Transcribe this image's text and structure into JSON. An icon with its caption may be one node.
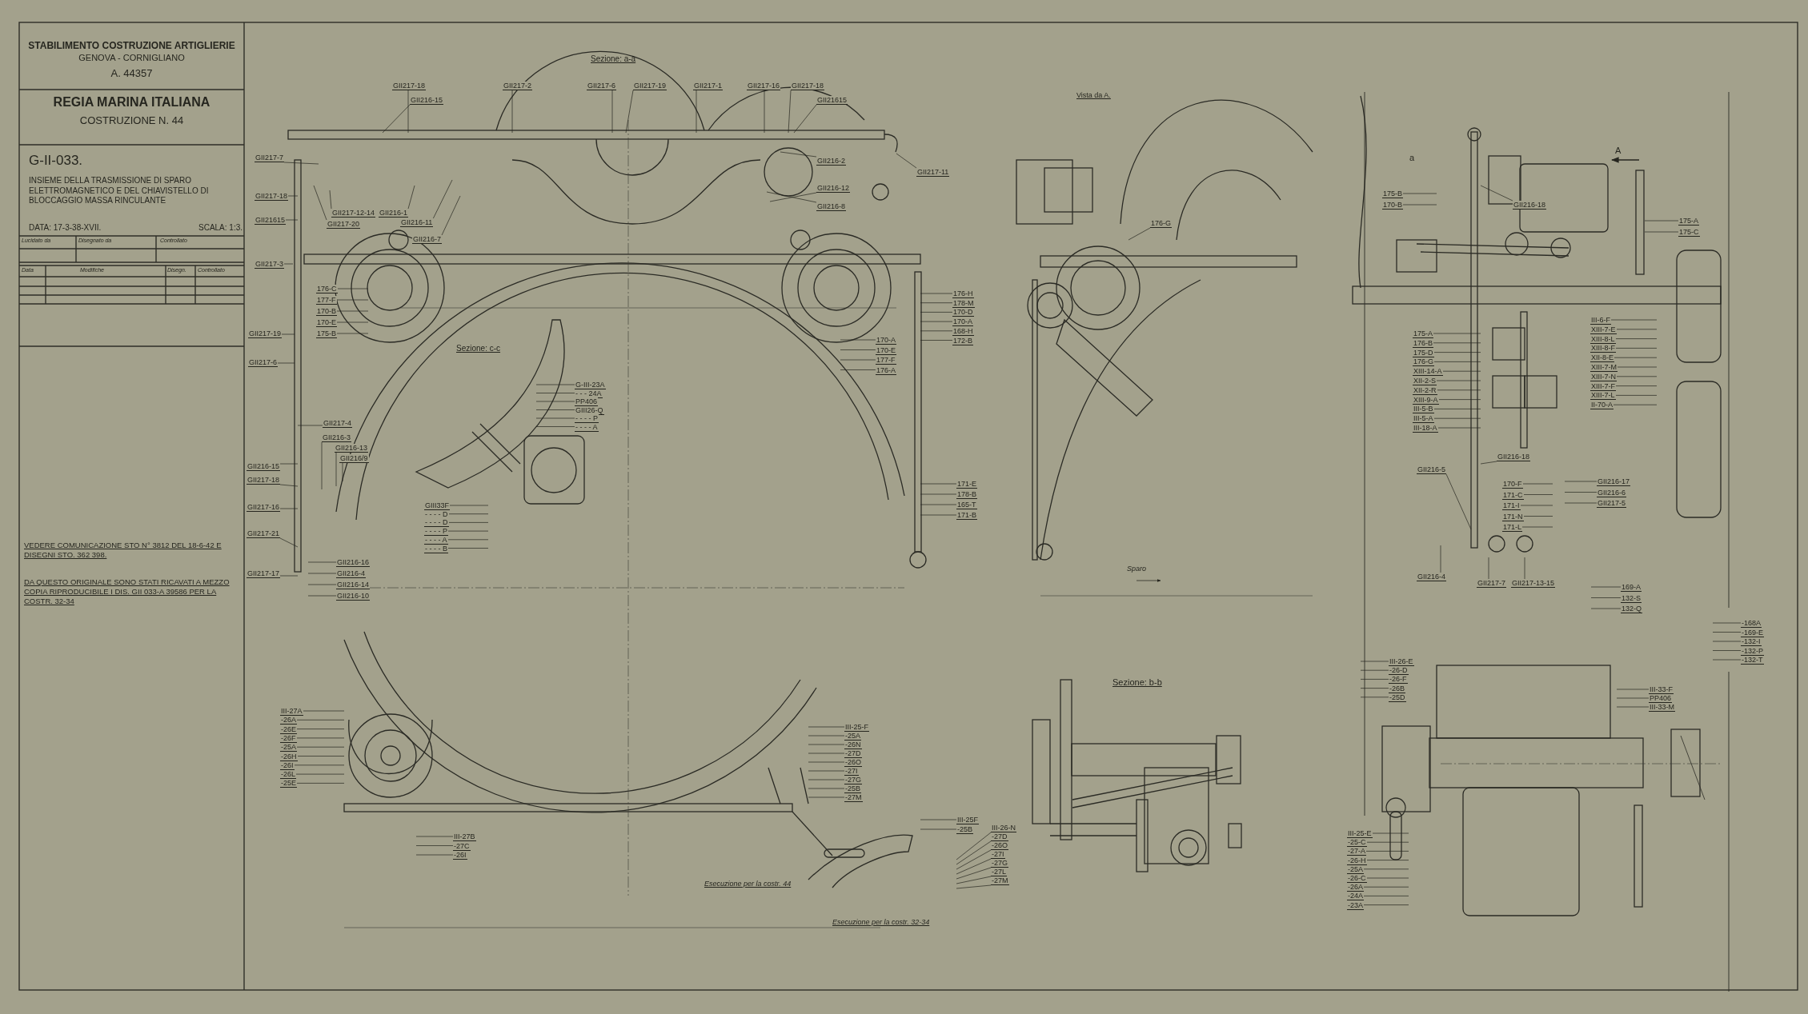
{
  "diagram": {
    "nodes": [
      {
        "text": [
          "GII217-18"
        ]
      },
      {
        "text": [
          "GII216-15"
        ]
      },
      {
        "text": [
          "GII217-2"
        ]
      },
      {
        "text": [
          "GII217-6"
        ]
      },
      {
        "text": [
          "GII217-19"
        ]
      },
      {
        "text": [
          "GII217-1"
        ]
      },
      {
        "text": [
          "GII217-16"
        ]
      },
      {
        "text": [
          "GII217-18"
        ]
      },
      {
        "text": [
          "GII21615"
        ]
      },
      {
        "text": [
          "GII217-11"
        ]
      },
      {
        "text": [
          "GII216-2"
        ]
      },
      {
        "text": [
          "GII216-12"
        ]
      },
      {
        "text": [
          "GII216-8"
        ]
      },
      {
        "text": [
          "GII217-7"
        ]
      },
      {
        "text": [
          "GII217-18"
        ]
      },
      {
        "text": [
          "GII21615"
        ]
      },
      {
        "text": [
          "GII217-12-14"
        ]
      },
      {
        "text": [
          "GII216-1"
        ]
      },
      {
        "text": [
          "GII217-20"
        ]
      },
      {
        "text": [
          "GII216-11"
        ]
      },
      {
        "text": [
          "GII216-7"
        ]
      },
      {
        "text": [
          "GII217-3"
        ]
      },
      {
        "text": [
          "176-C"
        ]
      },
      {
        "text": [
          "177-F"
        ]
      },
      {
        "text": [
          "170-B"
        ]
      },
      {
        "text": [
          "170-E"
        ]
      },
      {
        "text": [
          "175-B"
        ]
      },
      {
        "text": [
          "GII217-19"
        ]
      },
      {
        "text": [
          "GII217-6"
        ]
      },
      {
        "text": [
          "170-A"
        ]
      },
      {
        "text": [
          "170-E"
        ]
      },
      {
        "text": [
          "177-F"
        ]
      },
      {
        "text": [
          "176-A"
        ]
      },
      {
        "text": [
          "176-H"
        ]
      },
      {
        "text": [
          "178-M"
        ]
      },
      {
        "text": [
          "170-D"
        ]
      },
      {
        "text": [
          "170-A"
        ]
      },
      {
        "text": [
          "168-H"
        ]
      },
      {
        "text": [
          "172-B"
        ]
      },
      {
        "text": [
          "G-III-23A"
        ]
      },
      {
        "text": [
          "- - - 24A"
        ]
      },
      {
        "text": [
          "PP406"
        ]
      },
      {
        "text": [
          "GIII26-Q"
        ]
      },
      {
        "text": [
          "- - - - P"
        ]
      },
      {
        "text": [
          "- - - - A"
        ]
      },
      {
        "text": [
          "GIII33F"
        ]
      },
      {
        "text": [
          "- - - - D"
        ]
      },
      {
        "text": [
          "- - - - D"
        ]
      },
      {
        "text": [
          "- - - - P"
        ]
      },
      {
        "text": [
          "- - - - A"
        ]
      },
      {
        "text": [
          "- - - - B"
        ]
      },
      {
        "text": [
          "GII217-4"
        ]
      },
      {
        "text": [
          "GII216-3"
        ]
      },
      {
        "text": [
          "GII216-13"
        ]
      },
      {
        "text": [
          "GII216/9"
        ]
      },
      {
        "text": [
          "GII216-15"
        ]
      },
      {
        "text": [
          "GII217-18"
        ]
      },
      {
        "text": [
          "GII217-16"
        ]
      },
      {
        "text": [
          "GII217-21"
        ]
      },
      {
        "text": [
          "GII217-17"
        ]
      },
      {
        "text": [
          "GII216-16"
        ]
      },
      {
        "text": [
          "GII216-4"
        ]
      },
      {
        "text": [
          "GII216-14"
        ]
      },
      {
        "text": [
          "GII216-10"
        ]
      },
      {
        "text": [
          "171-E"
        ]
      },
      {
        "text": [
          "178-B"
        ]
      },
      {
        "text": [
          "165-T"
        ]
      },
      {
        "text": [
          "171-B"
        ]
      },
      {
        "text": [
          "III-27A"
        ]
      },
      {
        "text": [
          "-26A"
        ]
      },
      {
        "text": [
          "-26E"
        ]
      },
      {
        "text": [
          "-26F"
        ]
      },
      {
        "text": [
          "-25A"
        ]
      },
      {
        "text": [
          "-26H"
        ]
      },
      {
        "text": [
          "-26I"
        ]
      },
      {
        "text": [
          "-26L"
        ]
      },
      {
        "text": [
          "-25E"
        ]
      },
      {
        "text": [
          "III-27B"
        ]
      },
      {
        "text": [
          "-27C"
        ]
      },
      {
        "text": [
          "-26I"
        ]
      },
      {
        "text": [
          "III-25-F"
        ]
      },
      {
        "text": [
          "-25A"
        ]
      },
      {
        "text": [
          "-26N"
        ]
      },
      {
        "text": [
          "-27D"
        ]
      },
      {
        "text": [
          "-26O"
        ]
      },
      {
        "text": [
          "-27I"
        ]
      },
      {
        "text": [
          "-27G"
        ]
      },
      {
        "text": [
          "-25B"
        ]
      },
      {
        "text": [
          "-27M"
        ]
      },
      {
        "text": [
          "III-25F"
        ]
      },
      {
        "text": [
          "-25B"
        ]
      },
      {
        "text": [
          "III-26-N"
        ]
      },
      {
        "text": [
          "-27D"
        ]
      },
      {
        "text": [
          "-26O"
        ]
      },
      {
        "text": [
          "-27I"
        ]
      },
      {
        "text": [
          "-27G"
        ]
      },
      {
        "text": [
          "-27L"
        ]
      },
      {
        "text": [
          "-27M"
        ]
      },
      {
        "text": [
          "176-G"
        ]
      },
      {
        "text": [
          "175-B"
        ]
      },
      {
        "text": [
          "170-B"
        ]
      },
      {
        "text": [
          "GII216-18"
        ]
      },
      {
        "text": [
          "175-A"
        ]
      },
      {
        "text": [
          "175-C"
        ]
      },
      {
        "text": [
          "175-A"
        ]
      },
      {
        "text": [
          "176-B"
        ]
      },
      {
        "text": [
          "175-D"
        ]
      },
      {
        "text": [
          "176-G"
        ]
      },
      {
        "text": [
          "XIII-14-A"
        ]
      },
      {
        "text": [
          "XII-2-S"
        ]
      },
      {
        "text": [
          "XII-2-R"
        ]
      },
      {
        "text": [
          "XIII-9-A"
        ]
      },
      {
        "text": [
          "III-5-B"
        ]
      },
      {
        "text": [
          "III-5-A"
        ]
      },
      {
        "text": [
          "III-18-A"
        ]
      },
      {
        "text": [
          "III-6-F"
        ]
      },
      {
        "text": [
          "XIII-7-E"
        ]
      },
      {
        "text": [
          "XIII-8-L"
        ]
      },
      {
        "text": [
          "XIII-8-F"
        ]
      },
      {
        "text": [
          "XII-8-E"
        ]
      },
      {
        "text": [
          "XIII-7-M"
        ]
      },
      {
        "text": [
          "XIII-7-N"
        ]
      },
      {
        "text": [
          "XIII-7-F"
        ]
      },
      {
        "text": [
          "XIII-7-L"
        ]
      },
      {
        "text": [
          "II-70-A"
        ]
      },
      {
        "text": [
          "GII216-5"
        ]
      },
      {
        "text": [
          "GII216-18"
        ]
      },
      {
        "text": [
          "170-F"
        ]
      },
      {
        "text": [
          "171-C"
        ]
      },
      {
        "text": [
          "171-I"
        ]
      },
      {
        "text": [
          "171-N"
        ]
      },
      {
        "text": [
          "171-L"
        ]
      },
      {
        "text": [
          "GII216-17"
        ]
      },
      {
        "text": [
          "GII216-6"
        ]
      },
      {
        "text": [
          "GII217-5"
        ]
      },
      {
        "text": [
          "GII216-4"
        ]
      },
      {
        "text": [
          "GII217-7"
        ]
      },
      {
        "text": [
          "GII217-13-15"
        ]
      },
      {
        "text": [
          "169-A"
        ]
      },
      {
        "text": [
          "132-S"
        ]
      },
      {
        "text": [
          "132-Q"
        ]
      },
      {
        "text": [
          "-168A"
        ]
      },
      {
        "text": [
          "-169-E"
        ]
      },
      {
        "text": [
          "-132-I"
        ]
      },
      {
        "text": [
          "-132-P"
        ]
      },
      {
        "text": [
          "-132-T"
        ]
      },
      {
        "text": [
          "III-26-E"
        ]
      },
      {
        "text": [
          "-26-D"
        ]
      },
      {
        "text": [
          "-26-F"
        ]
      },
      {
        "text": [
          "-26B"
        ]
      },
      {
        "text": [
          "-25D"
        ]
      },
      {
        "text": [
          "III-33-F"
        ]
      },
      {
        "text": [
          "PP406"
        ]
      },
      {
        "text": [
          "III-33-M"
        ]
      },
      {
        "text": [
          "III-25-E"
        ]
      },
      {
        "text": [
          "-25-C"
        ]
      },
      {
        "text": [
          "-27-A"
        ]
      },
      {
        "text": [
          "-26-H"
        ]
      },
      {
        "text": [
          "-25A"
        ]
      },
      {
        "text": [
          "-26-C"
        ]
      },
      {
        "text": [
          "-26A"
        ]
      },
      {
        "text": [
          "-24A"
        ]
      },
      {
        "text": [
          "-23A"
        ]
      }
    ],
    "edges": [
      {
        "from": 0,
        "to": null,
        "arrow": "none"
      },
      {
        "from": 1,
        "to": null,
        "arrow": "none"
      },
      {
        "from": 2,
        "to": null,
        "arrow": "none"
      },
      {
        "from": 3,
        "to": null,
        "arrow": "none"
      },
      {
        "from": 4,
        "to": null,
        "arrow": "none"
      },
      {
        "from": 5,
        "to": null,
        "arrow": "none"
      },
      {
        "from": 6,
        "to": null,
        "arrow": "none"
      },
      {
        "from": 7,
        "to": null,
        "arrow": "none"
      },
      {
        "from": 8,
        "to": null,
        "arrow": "none"
      },
      {
        "from": 9,
        "to": null,
        "arrow": "none"
      },
      {
        "from": 10,
        "to": null,
        "arrow": "none"
      },
      {
        "from": 11,
        "to": null,
        "arrow": "none"
      },
      {
        "from": 12,
        "to": null,
        "arrow": "none"
      },
      {
        "from": 13,
        "to": null,
        "arrow": "none"
      },
      {
        "from": 14,
        "to": null,
        "arrow": "none"
      },
      {
        "from": 15,
        "to": null,
        "arrow": "none"
      },
      {
        "from": 16,
        "to": null,
        "arrow": "none"
      },
      {
        "from": 17,
        "to": null,
        "arrow": "none"
      },
      {
        "from": 18,
        "to": null,
        "arrow": "none"
      },
      {
        "from": 19,
        "to": null,
        "arrow": "none"
      },
      {
        "from": 20,
        "to": null,
        "arrow": "none"
      },
      {
        "from": 21,
        "to": null,
        "arrow": "none"
      },
      {
        "from": 22,
        "to": null,
        "arrow": "none"
      },
      {
        "from": 23,
        "to": null,
        "arrow": "none"
      },
      {
        "from": 24,
        "to": null,
        "arrow": "none"
      },
      {
        "from": 25,
        "to": null,
        "arrow": "none"
      },
      {
        "from": 26,
        "to": null,
        "arrow": "none"
      },
      {
        "from": 27,
        "to": null,
        "arrow": "none"
      },
      {
        "from": 28,
        "to": null,
        "arrow": "none"
      },
      {
        "from": 29,
        "to": null,
        "arrow": "none"
      },
      {
        "from": 30,
        "to": null,
        "arrow": "none"
      },
      {
        "from": 31,
        "to": null,
        "arrow": "none"
      },
      {
        "from": 32,
        "to": null,
        "arrow": "none"
      },
      {
        "from": 33,
        "to": null,
        "arrow": "none"
      },
      {
        "from": 34,
        "to": null,
        "arrow": "none"
      },
      {
        "from": 35,
        "to": null,
        "arrow": "none"
      },
      {
        "from": 36,
        "to": null,
        "arrow": "none"
      },
      {
        "from": 37,
        "to": null,
        "arrow": "none"
      },
      {
        "from": 38,
        "to": null,
        "arrow": "none"
      },
      {
        "from": 39,
        "to": null,
        "arrow": "none"
      },
      {
        "from": 40,
        "to": null,
        "arrow": "none"
      },
      {
        "from": 41,
        "to": null,
        "arrow": "none"
      },
      {
        "from": 42,
        "to": null,
        "arrow": "none"
      },
      {
        "from": 43,
        "to": null,
        "arrow": "none"
      },
      {
        "from": 44,
        "to": null,
        "arrow": "none"
      },
      {
        "from": 45,
        "to": null,
        "arrow": "none"
      },
      {
        "from": 46,
        "to": null,
        "arrow": "none"
      },
      {
        "from": 47,
        "to": null,
        "arrow": "none"
      },
      {
        "from": 48,
        "to": null,
        "arrow": "none"
      },
      {
        "from": 49,
        "to": null,
        "arrow": "none"
      },
      {
        "from": 50,
        "to": null,
        "arrow": "none"
      },
      {
        "from": 51,
        "to": null,
        "arrow": "none"
      },
      {
        "from": 52,
        "to": null,
        "arrow": "none"
      },
      {
        "from": 53,
        "to": null,
        "arrow": "none"
      },
      {
        "from": 54,
        "to": null,
        "arrow": "none"
      },
      {
        "from": 55,
        "to": null,
        "arrow": "none"
      },
      {
        "from": 56,
        "to": null,
        "arrow": "none"
      },
      {
        "from": 57,
        "to": null,
        "arrow": "none"
      },
      {
        "from": 58,
        "to": null,
        "arrow": "none"
      },
      {
        "from": 59,
        "to": null,
        "arrow": "none"
      },
      {
        "from": 60,
        "to": null,
        "arrow": "none"
      },
      {
        "from": 61,
        "to": null,
        "arrow": "none"
      },
      {
        "from": 62,
        "to": null,
        "arrow": "none"
      },
      {
        "from": 63,
        "to": null,
        "arrow": "none"
      },
      {
        "from": 64,
        "to": null,
        "arrow": "none"
      },
      {
        "from": 65,
        "to": null,
        "arrow": "none"
      },
      {
        "from": 66,
        "to": null,
        "arrow": "none"
      },
      {
        "from": 67,
        "to": null,
        "arrow": "none"
      },
      {
        "from": 68,
        "to": null,
        "arrow": "none"
      },
      {
        "from": 69,
        "to": null,
        "arrow": "none"
      },
      {
        "from": 70,
        "to": null,
        "arrow": "none"
      },
      {
        "from": 71,
        "to": null,
        "arrow": "none"
      },
      {
        "from": 72,
        "to": null,
        "arrow": "none"
      },
      {
        "from": 73,
        "to": null,
        "arrow": "none"
      },
      {
        "from": 74,
        "to": null,
        "arrow": "none"
      },
      {
        "from": 75,
        "to": null,
        "arrow": "none"
      },
      {
        "from": 76,
        "to": null,
        "arrow": "none"
      },
      {
        "from": 77,
        "to": null,
        "arrow": "none"
      },
      {
        "from": 78,
        "to": null,
        "arrow": "none"
      },
      {
        "from": 79,
        "to": null,
        "arrow": "none"
      },
      {
        "from": 80,
        "to": null,
        "arrow": "none"
      },
      {
        "from": 81,
        "to": null,
        "arrow": "none"
      },
      {
        "from": 82,
        "to": null,
        "arrow": "none"
      },
      {
        "from": 83,
        "to": null,
        "arrow": "none"
      },
      {
        "from": 84,
        "to": null,
        "arrow": "none"
      },
      {
        "from": 85,
        "to": null,
        "arrow": "none"
      },
      {
        "from": 86,
        "to": null,
        "arrow": "none"
      },
      {
        "from": 87,
        "to": null,
        "arrow": "none"
      },
      {
        "from": 88,
        "to": null,
        "arrow": "none"
      },
      {
        "from": 89,
        "to": null,
        "arrow": "none"
      },
      {
        "from": 90,
        "to": null,
        "arrow": "none"
      },
      {
        "from": 91,
        "to": null,
        "arrow": "none"
      },
      {
        "from": 92,
        "to": null,
        "arrow": "none"
      },
      {
        "from": 93,
        "to": null,
        "arrow": "none"
      },
      {
        "from": 94,
        "to": null,
        "arrow": "none"
      },
      {
        "from": 95,
        "to": null,
        "arrow": "none"
      },
      {
        "from": 96,
        "to": null,
        "arrow": "none"
      },
      {
        "from": 97,
        "to": null,
        "arrow": "none"
      },
      {
        "from": 98,
        "to": null,
        "arrow": "none"
      },
      {
        "from": 99,
        "to": null,
        "arrow": "none"
      },
      {
        "from": 100,
        "to": null,
        "arrow": "none"
      },
      {
        "from": 101,
        "to": null,
        "arrow": "none"
      },
      {
        "from": 102,
        "to": null,
        "arrow": "none"
      },
      {
        "from": 103,
        "to": null,
        "arrow": "none"
      },
      {
        "from": 104,
        "to": null,
        "arrow": "none"
      },
      {
        "from": 105,
        "to": null,
        "arrow": "none"
      },
      {
        "from": 106,
        "to": null,
        "arrow": "none"
      },
      {
        "from": 107,
        "to": null,
        "arrow": "none"
      },
      {
        "from": 108,
        "to": null,
        "arrow": "none"
      },
      {
        "from": 109,
        "to": null,
        "arrow": "none"
      },
      {
        "from": 110,
        "to": null,
        "arrow": "none"
      },
      {
        "from": 111,
        "to": null,
        "arrow": "none"
      },
      {
        "from": 112,
        "to": null,
        "arrow": "none"
      },
      {
        "from": 113,
        "to": null,
        "arrow": "none"
      },
      {
        "from": 114,
        "to": null,
        "arrow": "none"
      },
      {
        "from": 115,
        "to": null,
        "arrow": "none"
      },
      {
        "from": 116,
        "to": null,
        "arrow": "none"
      },
      {
        "from": 117,
        "to": null,
        "arrow": "none"
      },
      {
        "from": 118,
        "to": null,
        "arrow": "none"
      },
      {
        "from": 119,
        "to": null,
        "arrow": "none"
      },
      {
        "from": 120,
        "to": null,
        "arrow": "none"
      },
      {
        "from": 121,
        "to": null,
        "arrow": "none"
      },
      {
        "from": 122,
        "to": null,
        "arrow": "none"
      },
      {
        "from": 123,
        "to": null,
        "arrow": "none"
      },
      {
        "from": 124,
        "to": null,
        "arrow": "none"
      },
      {
        "from": 125,
        "to": null,
        "arrow": "none"
      },
      {
        "from": 126,
        "to": null,
        "arrow": "none"
      },
      {
        "from": 127,
        "to": null,
        "arrow": "none"
      },
      {
        "from": 128,
        "to": null,
        "arrow": "none"
      },
      {
        "from": 129,
        "to": null,
        "arrow": "none"
      },
      {
        "from": 130,
        "to": null,
        "arrow": "none"
      },
      {
        "from": 131,
        "to": null,
        "arrow": "none"
      },
      {
        "from": 132,
        "to": null,
        "arrow": "none"
      },
      {
        "from": 133,
        "to": null,
        "arrow": "none"
      },
      {
        "from": 134,
        "to": null,
        "arrow": "none"
      },
      {
        "from": 135,
        "to": null,
        "arrow": "none"
      },
      {
        "from": 136,
        "to": null,
        "arrow": "none"
      },
      {
        "from": 137,
        "to": null,
        "arrow": "none"
      },
      {
        "from": 138,
        "to": null,
        "arrow": "none"
      },
      {
        "from": 139,
        "to": null,
        "arrow": "none"
      },
      {
        "from": 140,
        "to": null,
        "arrow": "none"
      },
      {
        "from": 141,
        "to": null,
        "arrow": "none"
      },
      {
        "from": 142,
        "to": null,
        "arrow": "none"
      },
      {
        "from": 143,
        "to": null,
        "arrow": "none"
      },
      {
        "from": 144,
        "to": null,
        "arrow": "none"
      },
      {
        "from": 145,
        "to": null,
        "arrow": "none"
      },
      {
        "from": 146,
        "to": null,
        "arrow": "none"
      },
      {
        "from": 147,
        "to": null,
        "arrow": "none"
      },
      {
        "from": 148,
        "to": null,
        "arrow": "none"
      },
      {
        "from": 149,
        "to": null,
        "arrow": "none"
      },
      {
        "from": 150,
        "to": null,
        "arrow": "none"
      },
      {
        "from": 151,
        "to": null,
        "arrow": "none"
      },
      {
        "from": 152,
        "to": null,
        "arrow": "none"
      },
      {
        "from": 153,
        "to": null,
        "arrow": "none"
      },
      {
        "from": 154,
        "to": null,
        "arrow": "none"
      },
      {
        "from": 155,
        "to": null,
        "arrow": "none"
      },
      {
        "from": 156,
        "to": null,
        "arrow": "none"
      },
      {
        "from": 157,
        "to": null,
        "arrow": "none"
      },
      {
        "from": 158,
        "to": null,
        "arrow": "none"
      },
      {
        "from": 159,
        "to": null,
        "arrow": "none"
      },
      {
        "from": 160,
        "to": null,
        "arrow": "none"
      },
      {
        "from": 161,
        "to": null,
        "arrow": "none"
      },
      {
        "from": 162,
        "to": null,
        "arrow": "none"
      }
    ],
    "labels": [
      "STABILIMENTO COSTRUZIONE ARTIGLIERIE",
      "GENOVA - CORNIGLIANO",
      "A. 44357",
      "REGIA MARINA ITALIANA",
      "COSTRUZIONE N. 44",
      "G-II-033.",
      "INSIEME DELLA TRASMISSIONE DI SPARO ELETTROMAGNETICO E DEL CHIAVISTELLO DI BLOCCAGGIO MASSA RINCULANTE",
      "DATA: 17-3-38-XVII.",
      "SCALA: 1:3.",
      "Lucidato da",
      "Disegnato da",
      "Controllato",
      "Data",
      "Modifiche",
      "Disegn.",
      "Controllato",
      "VEDERE COMUNICAZIONE STO N° 3812 DEL 18-6-42 E DISEGNI STO. 362 398.",
      "DA QUESTO ORIGINALE SONO STATI RICAVATI A MEZZO COPIA RIPRODUCIBILE I DIS. GII 033-A 39586 PER LA COSTR. 32-34",
      "Sezione: a-a",
      "Vista da A.",
      "A",
      "a",
      "Sezione: c-c",
      "Sparo",
      "Sezione: b-b",
      "Esecuzione per la costr. 44",
      "Esecuzione per la costr. 32-34"
    ]
  }
}
